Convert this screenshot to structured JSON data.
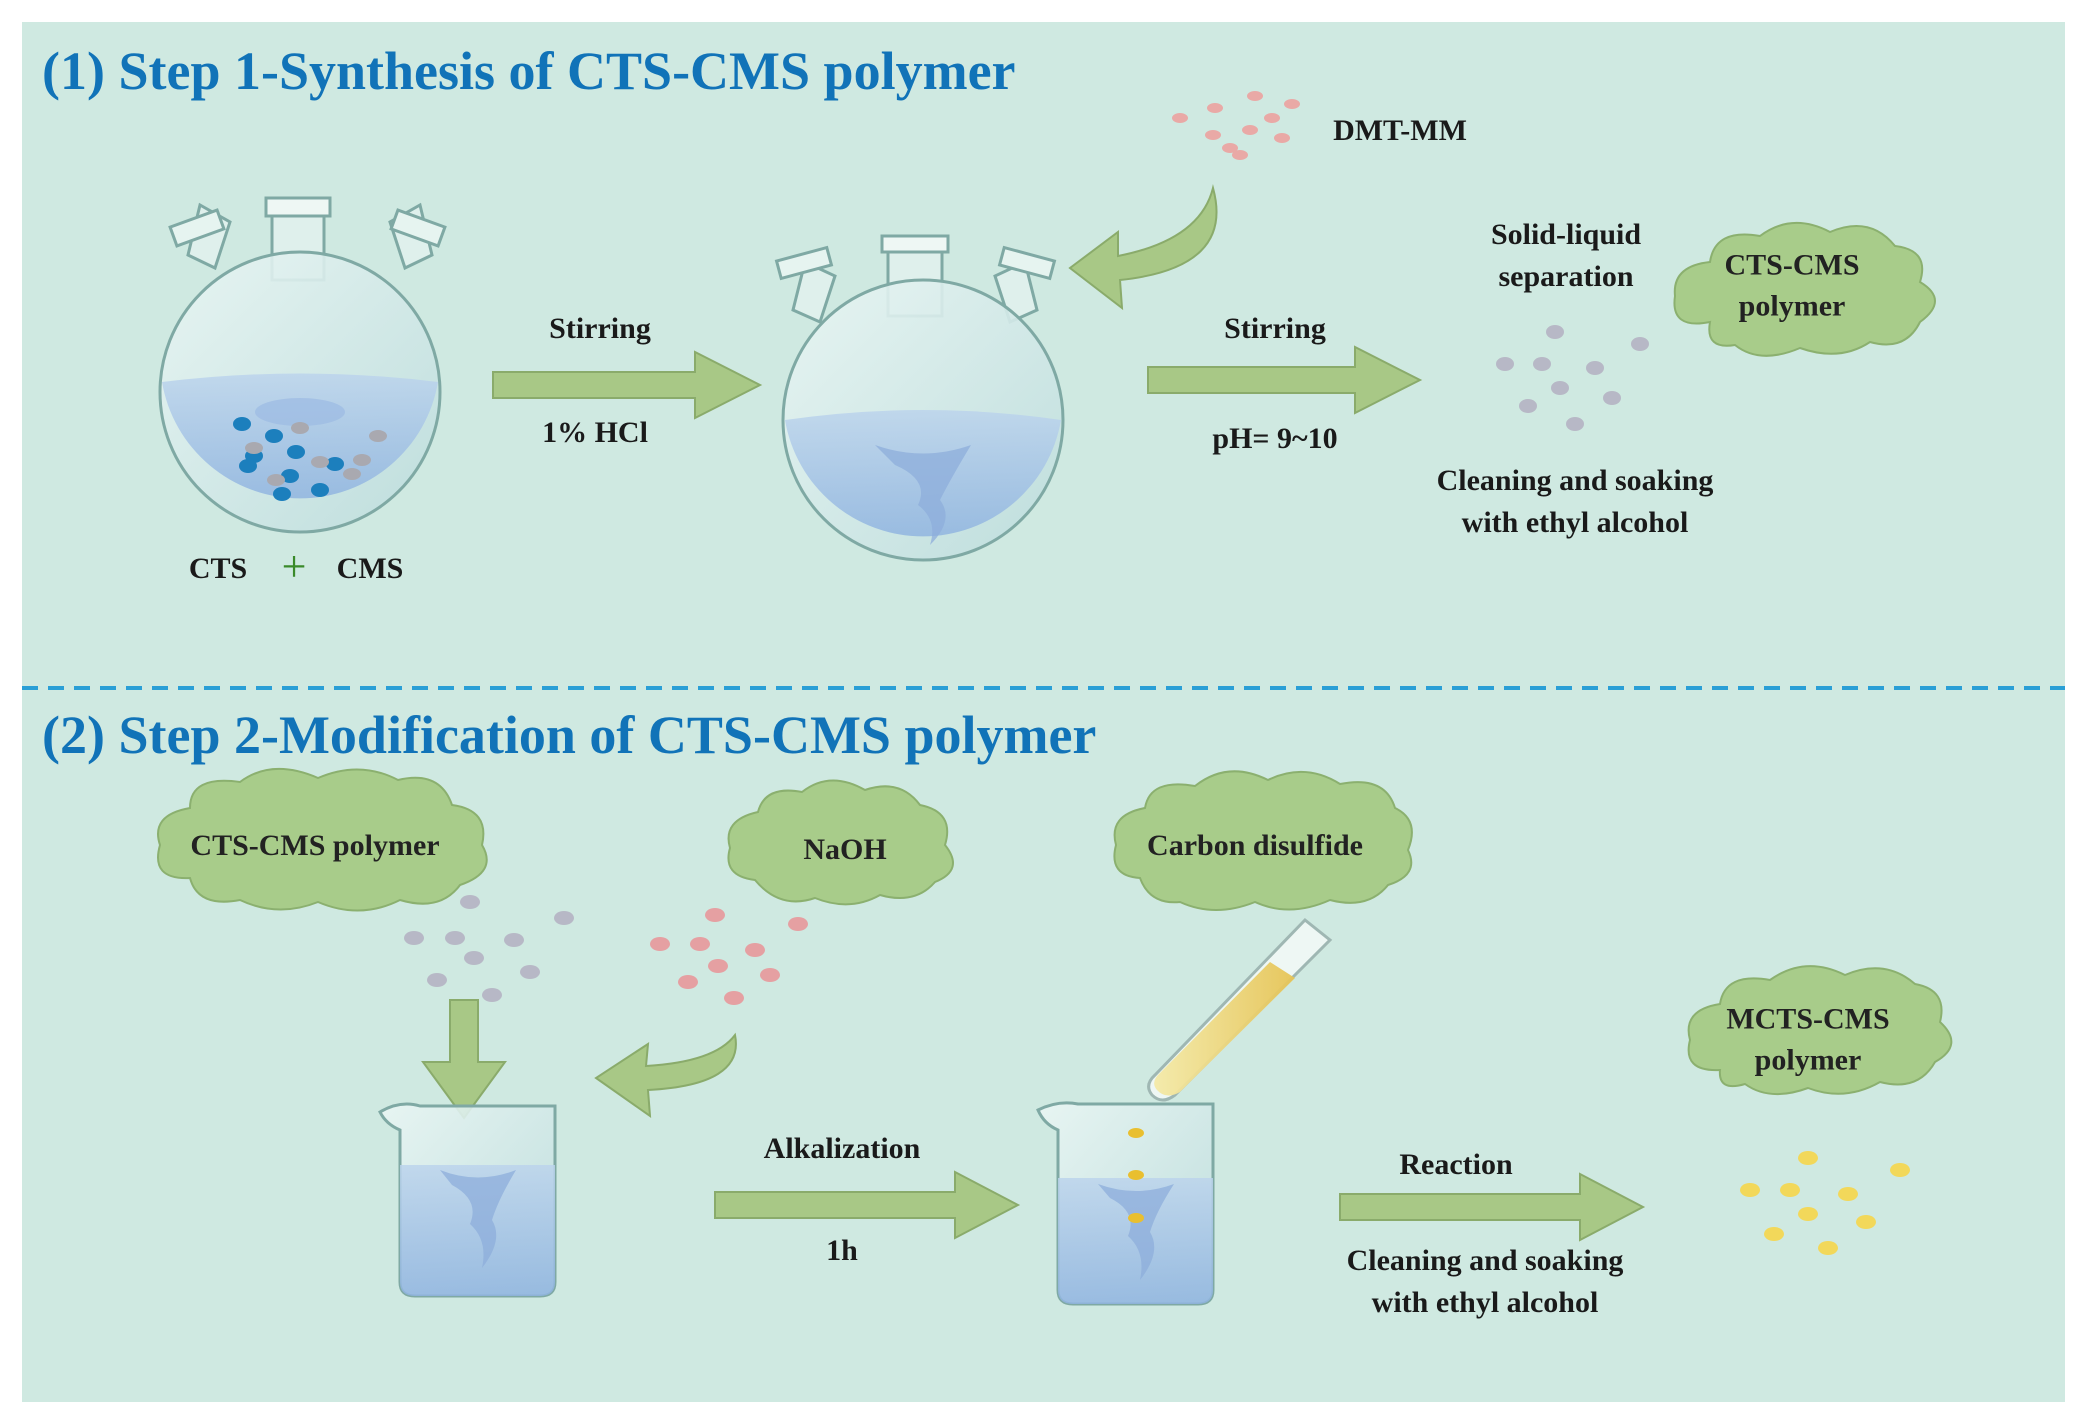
{
  "step1": {
    "title": "(1) Step 1-Synthesis of CTS-CMS polymer",
    "reagent_dmt": "DMT-MM",
    "stirring_1": "Stirring",
    "hcl": "1% HCl",
    "stirring_2": "Stirring",
    "ph": "pH= 9~10",
    "separation_line1": "Solid-liquid",
    "separation_line2": "separation",
    "cleaning_line1": "Cleaning and soaking",
    "cleaning_line2": "with ethyl alcohol",
    "product_line1": "CTS-CMS",
    "product_line2": "polymer",
    "cts": "CTS",
    "plus": "+",
    "cms": "CMS"
  },
  "step2": {
    "title": "(2) Step 2-Modification of CTS-CMS polymer",
    "cloud_polymer": "CTS-CMS polymer",
    "cloud_naoh": "NaOH",
    "cloud_cs2": "Carbon disulfide",
    "alkalization": "Alkalization",
    "time": "1h",
    "reaction": "Reaction",
    "cleaning_line1": "Cleaning and soaking",
    "cleaning_line2": "with ethyl alcohol",
    "product_line1": "MCTS-CMS",
    "product_line2": "polymer"
  },
  "colors": {
    "background": "#cfe9e1",
    "title": "#1173b8",
    "arrow": "#a8c886",
    "cloud": "#a8cc8a",
    "divider": "#2a9fd6"
  }
}
